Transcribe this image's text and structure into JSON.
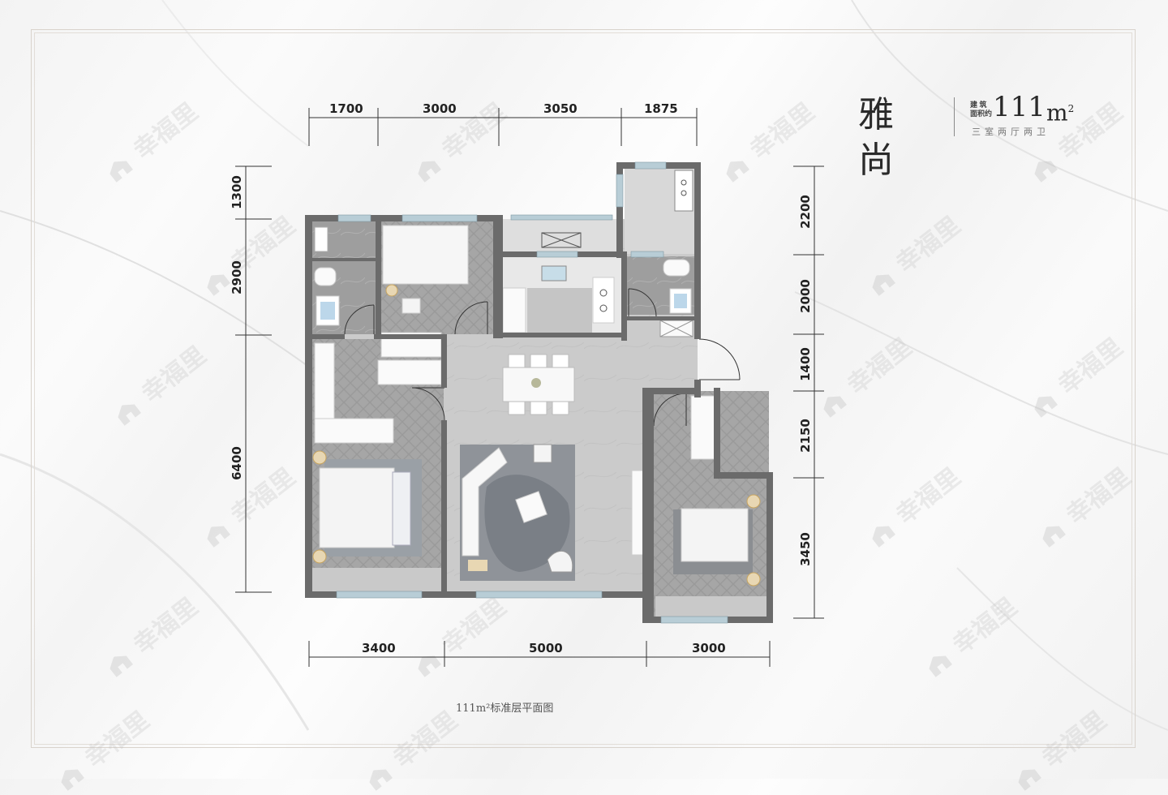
{
  "title": {
    "name": "雅 尚",
    "area_label_line1": "建 筑",
    "area_label_line2": "面积约",
    "area_value": "111",
    "area_unit": "m",
    "area_unit_sup": "2",
    "layout": "三室两厅两卫"
  },
  "dimensions": {
    "top": [
      "1700",
      "3000",
      "3050",
      "1875"
    ],
    "bottom": [
      "3400",
      "5000",
      "3000"
    ],
    "left": [
      "1300",
      "2900",
      "6400"
    ],
    "right": [
      "2200",
      "2000",
      "1400",
      "2150",
      "3450"
    ]
  },
  "caption": "111m²标准层平面图",
  "watermark_text": "幸福里",
  "colors": {
    "wall": "#6b6b6b",
    "floor_living": "#c9c9c9",
    "floor_bedroom": "#a9a9a9",
    "window": "#b8cdd6",
    "rug": "#8a8e94"
  }
}
